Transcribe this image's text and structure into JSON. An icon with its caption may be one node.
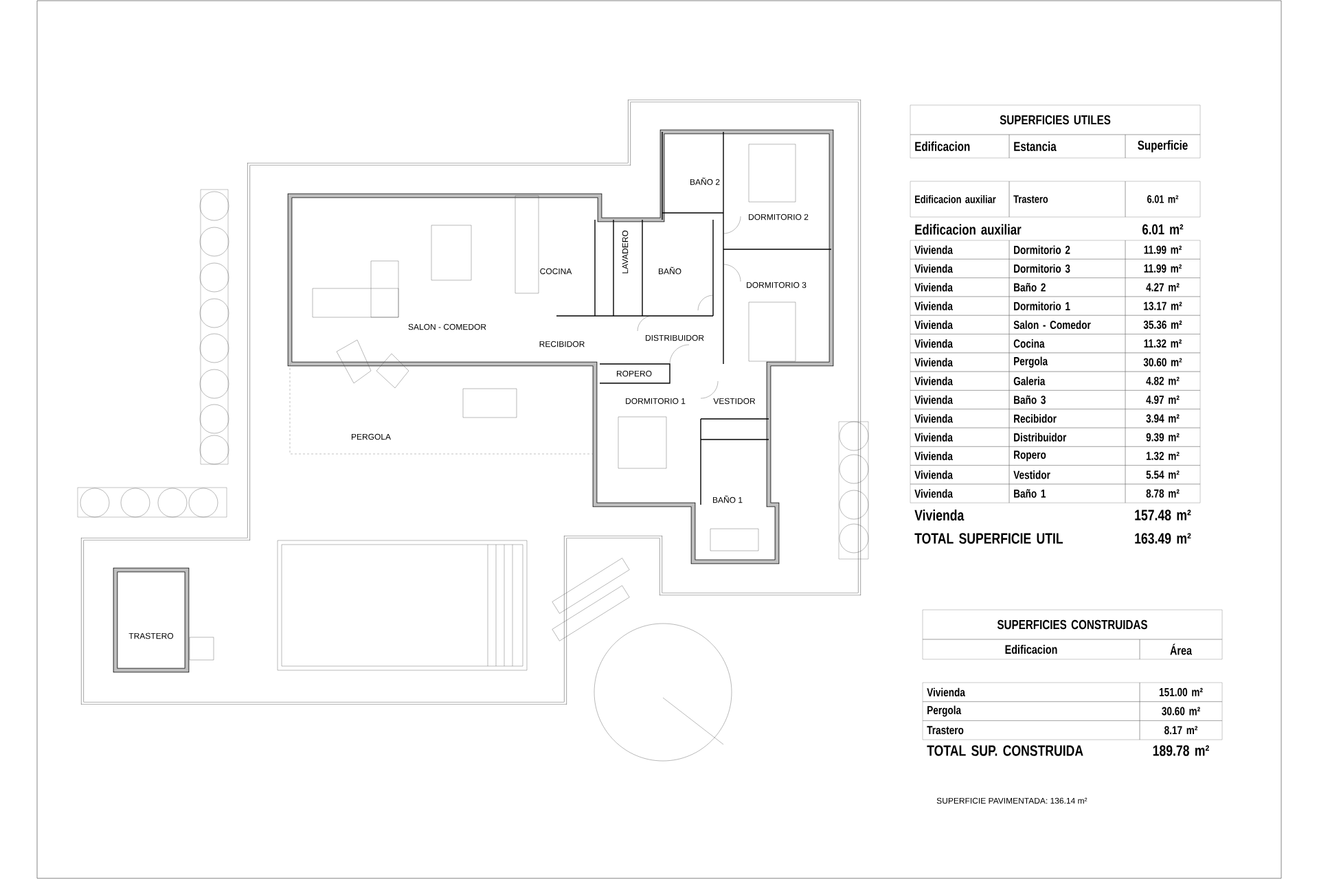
{
  "diagram": {
    "labels": [
      "SALON - COMEDOR",
      "COCINA",
      "LAVADERO",
      "BAÑO",
      "BAÑO 2",
      "DORMITORIO 2",
      "DORMITORIO 3",
      "RECIBIDOR",
      "DISTRIBUIDOR",
      "ROPERO",
      "DORMITORIO 1",
      "VESTIDOR",
      "PERGOLA",
      "BAÑO 1",
      "TRASTERO",
      "SUPERFICIES UTILES",
      "Edificacion",
      "Estancia",
      "Superficie",
      "Edificacion auxiliar",
      "Trastero",
      "6.01 m²",
      "Edificacion auxiliar",
      "6.01 m²",
      "Vivienda",
      "Dormitorio 2",
      "11.99 m²",
      "Vivienda",
      "Dormitorio 3",
      "11.99 m²",
      "Vivienda",
      "Baño 2",
      "4.27 m²",
      "Vivienda",
      "Dormitorio 1",
      "13.17 m²",
      "Vivienda",
      "Salon  - Comedor",
      "35.36 m²",
      "Vivienda",
      "Cocina",
      "11.32 m²",
      "Vivienda",
      "Pergola",
      "30.60 m²",
      "Vivienda",
      "Galeria",
      "4.82 m²",
      "Vivienda",
      "Baño 3",
      "4.97 m²",
      "Vivienda",
      "Recibidor",
      "3.94 m²",
      "Vivienda",
      "Distribuidor",
      "9.39 m²",
      "Vivienda",
      "Ropero",
      "1.32 m²",
      "Vivienda",
      "Vestidor",
      "5.54 m²",
      "Vivienda",
      "Baño 1",
      "8.78 m²",
      "Vivienda",
      "157.48 m²",
      "TOTAL SUPERFICIE UTIL",
      "163.49 m²",
      "SUPERFICIES CONSTRUIDAS",
      "Edificacion",
      "Área",
      "Vivienda",
      "151.00 m²",
      "Pergola",
      "30.60 m²",
      "Trastero",
      "8.17 m²",
      "TOTAL SUP. CONSTRUIDA",
      "189.78 m²",
      "SUPERFICIE PAVIMENTADA: 136.14 m²"
    ]
  }
}
